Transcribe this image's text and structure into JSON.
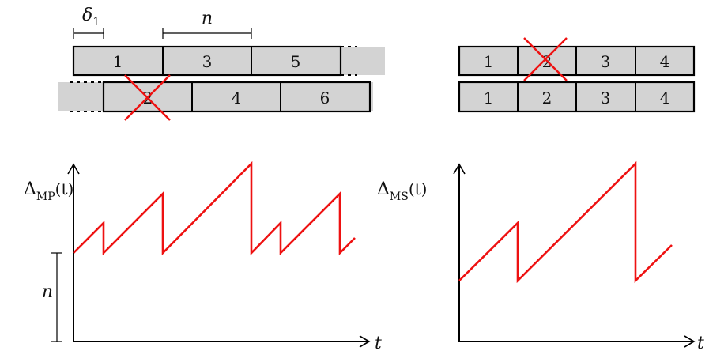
{
  "left_top": {
    "delta_label": "δ",
    "delta_sub": "1",
    "n_label": "n",
    "row1": [
      "1",
      "3",
      "5"
    ],
    "row2": [
      "2",
      "4",
      "6"
    ],
    "row1_ellipsis": "⋮",
    "row2_ellipsis": "⋮",
    "crossed_block": "2"
  },
  "right_top": {
    "row1": [
      "1",
      "2",
      "3",
      "4"
    ],
    "row2": [
      "1",
      "2",
      "3",
      "4"
    ],
    "crossed_block": "2"
  },
  "left_plot": {
    "ylabel_main": "Δ",
    "ylabel_sub": "MP",
    "ylabel_arg": "(t)",
    "xlabel": "t",
    "n_label": "n"
  },
  "right_plot": {
    "ylabel_main": "Δ",
    "ylabel_sub": "MS",
    "ylabel_arg": "(t)",
    "xlabel": "t"
  },
  "colors": {
    "block_fill": "#d3d3d3",
    "stroke": "#000000",
    "signal": "#ee1111"
  }
}
